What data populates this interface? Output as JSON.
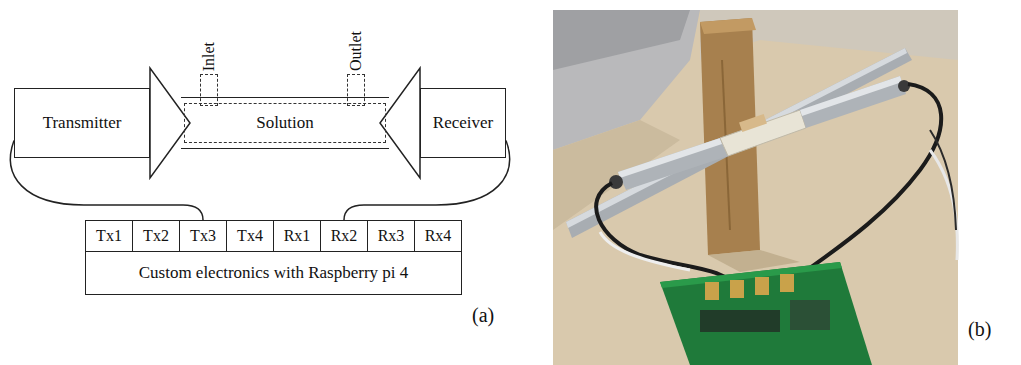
{
  "diagram": {
    "nodes": [
      {
        "text": [
          "Inlet"
        ]
      },
      {
        "text": [
          "Outlet"
        ]
      },
      {
        "text": [
          "Transmitter"
        ]
      },
      {
        "text": [
          "Solution"
        ]
      },
      {
        "text": [
          "Receiver"
        ]
      },
      {
        "text": [
          "Tx1"
        ]
      },
      {
        "text": [
          "Tx2"
        ]
      },
      {
        "text": [
          "Tx3"
        ]
      },
      {
        "text": [
          "Tx4"
        ]
      },
      {
        "text": [
          "Rx1"
        ]
      },
      {
        "text": [
          "Rx2"
        ]
      },
      {
        "text": [
          "Rx3"
        ]
      },
      {
        "text": [
          "Rx4"
        ]
      },
      {
        "text": [
          "Custom electronics with Raspberry pi 4"
        ]
      }
    ],
    "edges": [
      {
        "from": 2,
        "to": 7,
        "arrow": "none"
      },
      {
        "from": 4,
        "to": 10,
        "arrow": "none"
      }
    ],
    "labels": [
      "(a)",
      "(b)"
    ]
  }
}
